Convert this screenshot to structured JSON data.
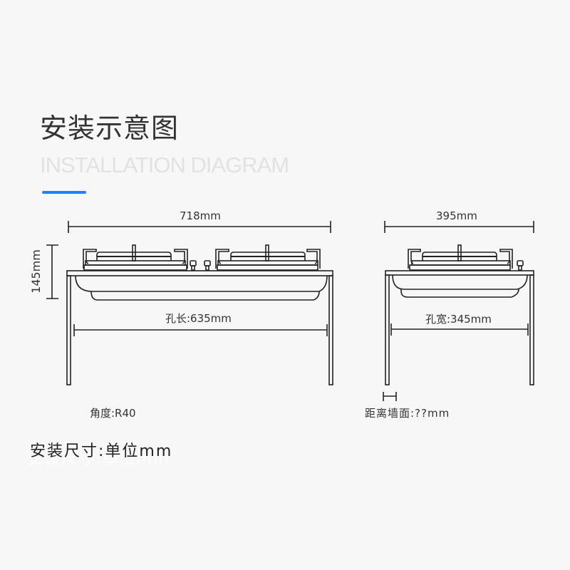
{
  "header": {
    "title_cn": "安装示意图",
    "title_en": "INSTALLATION DIAGRAM",
    "accent_color": "#1a86f5"
  },
  "front_view": {
    "width_label": "718mm",
    "height_label": "145mm",
    "hole_length_label": "孔长:635mm",
    "corner_label": "角度:R40"
  },
  "side_view": {
    "width_label": "395mm",
    "hole_width_label": "孔宽:345mm",
    "wall_distance_label": "距离墙面:??mm"
  },
  "footer": {
    "units_label": "安装尺寸:单位mm"
  },
  "colors": {
    "background": "#f7f7f7",
    "line": "#222222",
    "title_en": "#e2e2e2"
  }
}
